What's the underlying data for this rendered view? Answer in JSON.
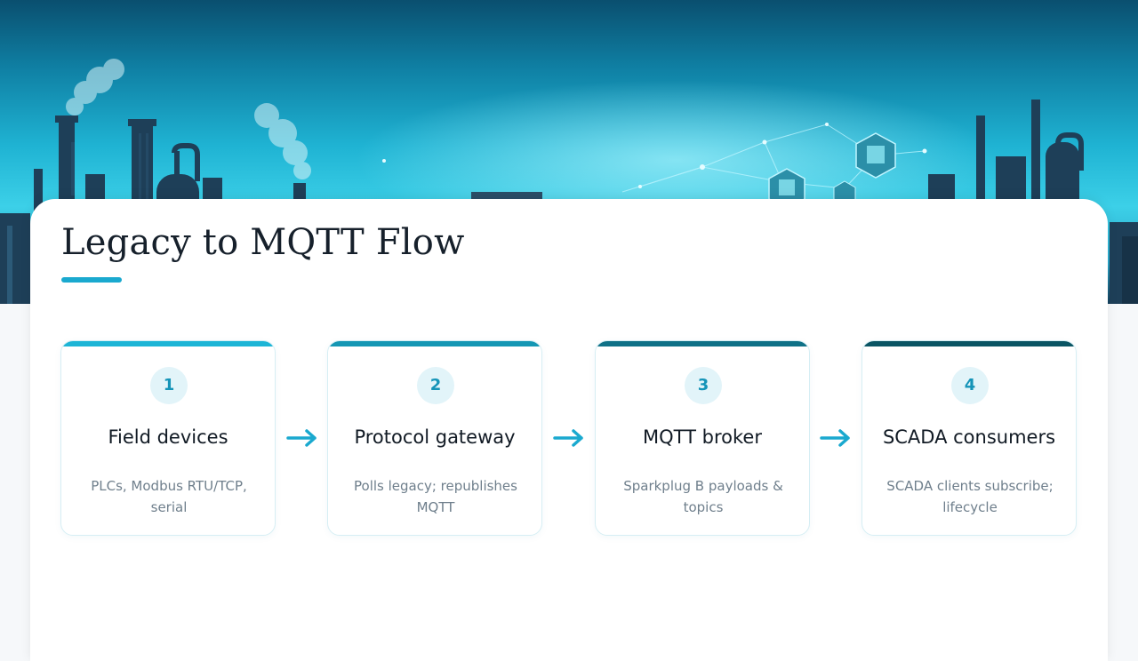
{
  "slide": {
    "title": "Legacy to MQTT Flow"
  },
  "colors": {
    "accent": "#1aa9cf",
    "bar_1": "#1db5d6",
    "bar_2": "#1597b4",
    "bar_3": "#0f7187",
    "bar_4": "#0a5564",
    "number_circle": "#e2f4f9",
    "arrow": "#1aa9cf"
  },
  "steps": [
    {
      "number": "1",
      "title": "Field devices",
      "description": "PLCs, Modbus RTU/TCP, serial"
    },
    {
      "number": "2",
      "title": "Protocol gateway",
      "description": "Polls legacy; republishes MQTT"
    },
    {
      "number": "3",
      "title": "MQTT broker",
      "description": "Sparkplug B payloads & topics"
    },
    {
      "number": "4",
      "title": "SCADA consumers",
      "description": "SCADA clients subscribe; lifecycle"
    }
  ],
  "icons": [
    "arrow-right-icon",
    "industrial-skyline-illustration",
    "network-node-icon"
  ]
}
